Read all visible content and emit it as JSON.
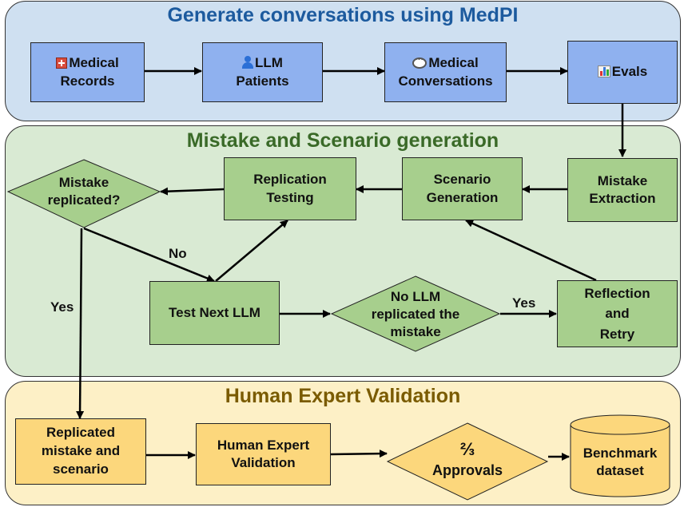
{
  "sections": {
    "generate": {
      "title": "Generate conversations using MedPI"
    },
    "mistake": {
      "title": "Mistake and Scenario generation"
    },
    "human": {
      "title": "Human Expert Validation"
    }
  },
  "nodes": {
    "medical_records": {
      "icon": "hospital-icon",
      "line1": "Medical",
      "line2": "Records"
    },
    "llm_patients": {
      "icon": "person-icon",
      "line1": "LLM",
      "line2": "Patients"
    },
    "medical_conversations": {
      "icon": "speech-bubble-icon",
      "line1": "Medical",
      "line2": "Conversations"
    },
    "evals": {
      "icon": "bar-chart-icon",
      "line1": "Evals"
    },
    "mistake_extraction": {
      "line1": "Mistake",
      "line2": "Extraction"
    },
    "scenario_generation": {
      "line1": "Scenario",
      "line2": "Generation"
    },
    "replication_testing": {
      "line1": "Replication",
      "line2": "Testing"
    },
    "mistake_replicated": {
      "line1": "Mistake",
      "line2": "replicated?"
    },
    "test_next_llm": {
      "line1": "Test Next LLM"
    },
    "no_llm_replicated": {
      "line1": "No LLM",
      "line2": "replicated the",
      "line3": "mistake"
    },
    "reflection_retry": {
      "line1": "Reflection",
      "line2": "and",
      "line3": "Retry"
    },
    "replicated_mistake": {
      "line1": "Replicated",
      "line2": "mistake and",
      "line3": "scenario"
    },
    "human_expert_validation": {
      "line1": "Human Expert",
      "line2": "Validation"
    },
    "approvals": {
      "line1": "⅔",
      "line2": "Approvals"
    },
    "benchmark_dataset": {
      "line1": "Benchmark",
      "line2": "dataset"
    }
  },
  "edge_labels": {
    "no": "No",
    "yes_left": "Yes",
    "yes_right": "Yes"
  },
  "colors": {
    "blue_panel": "#cfe0f1",
    "green_panel": "#d9ead3",
    "yellow_panel": "#fdf0c6",
    "blue_box": "#8fb1ef",
    "green_box": "#a7cf8d",
    "yellow_box": "#fcd77c",
    "blue_title": "#1c5a9e",
    "green_title": "#3a6a28",
    "yellow_title": "#7a5b00"
  }
}
